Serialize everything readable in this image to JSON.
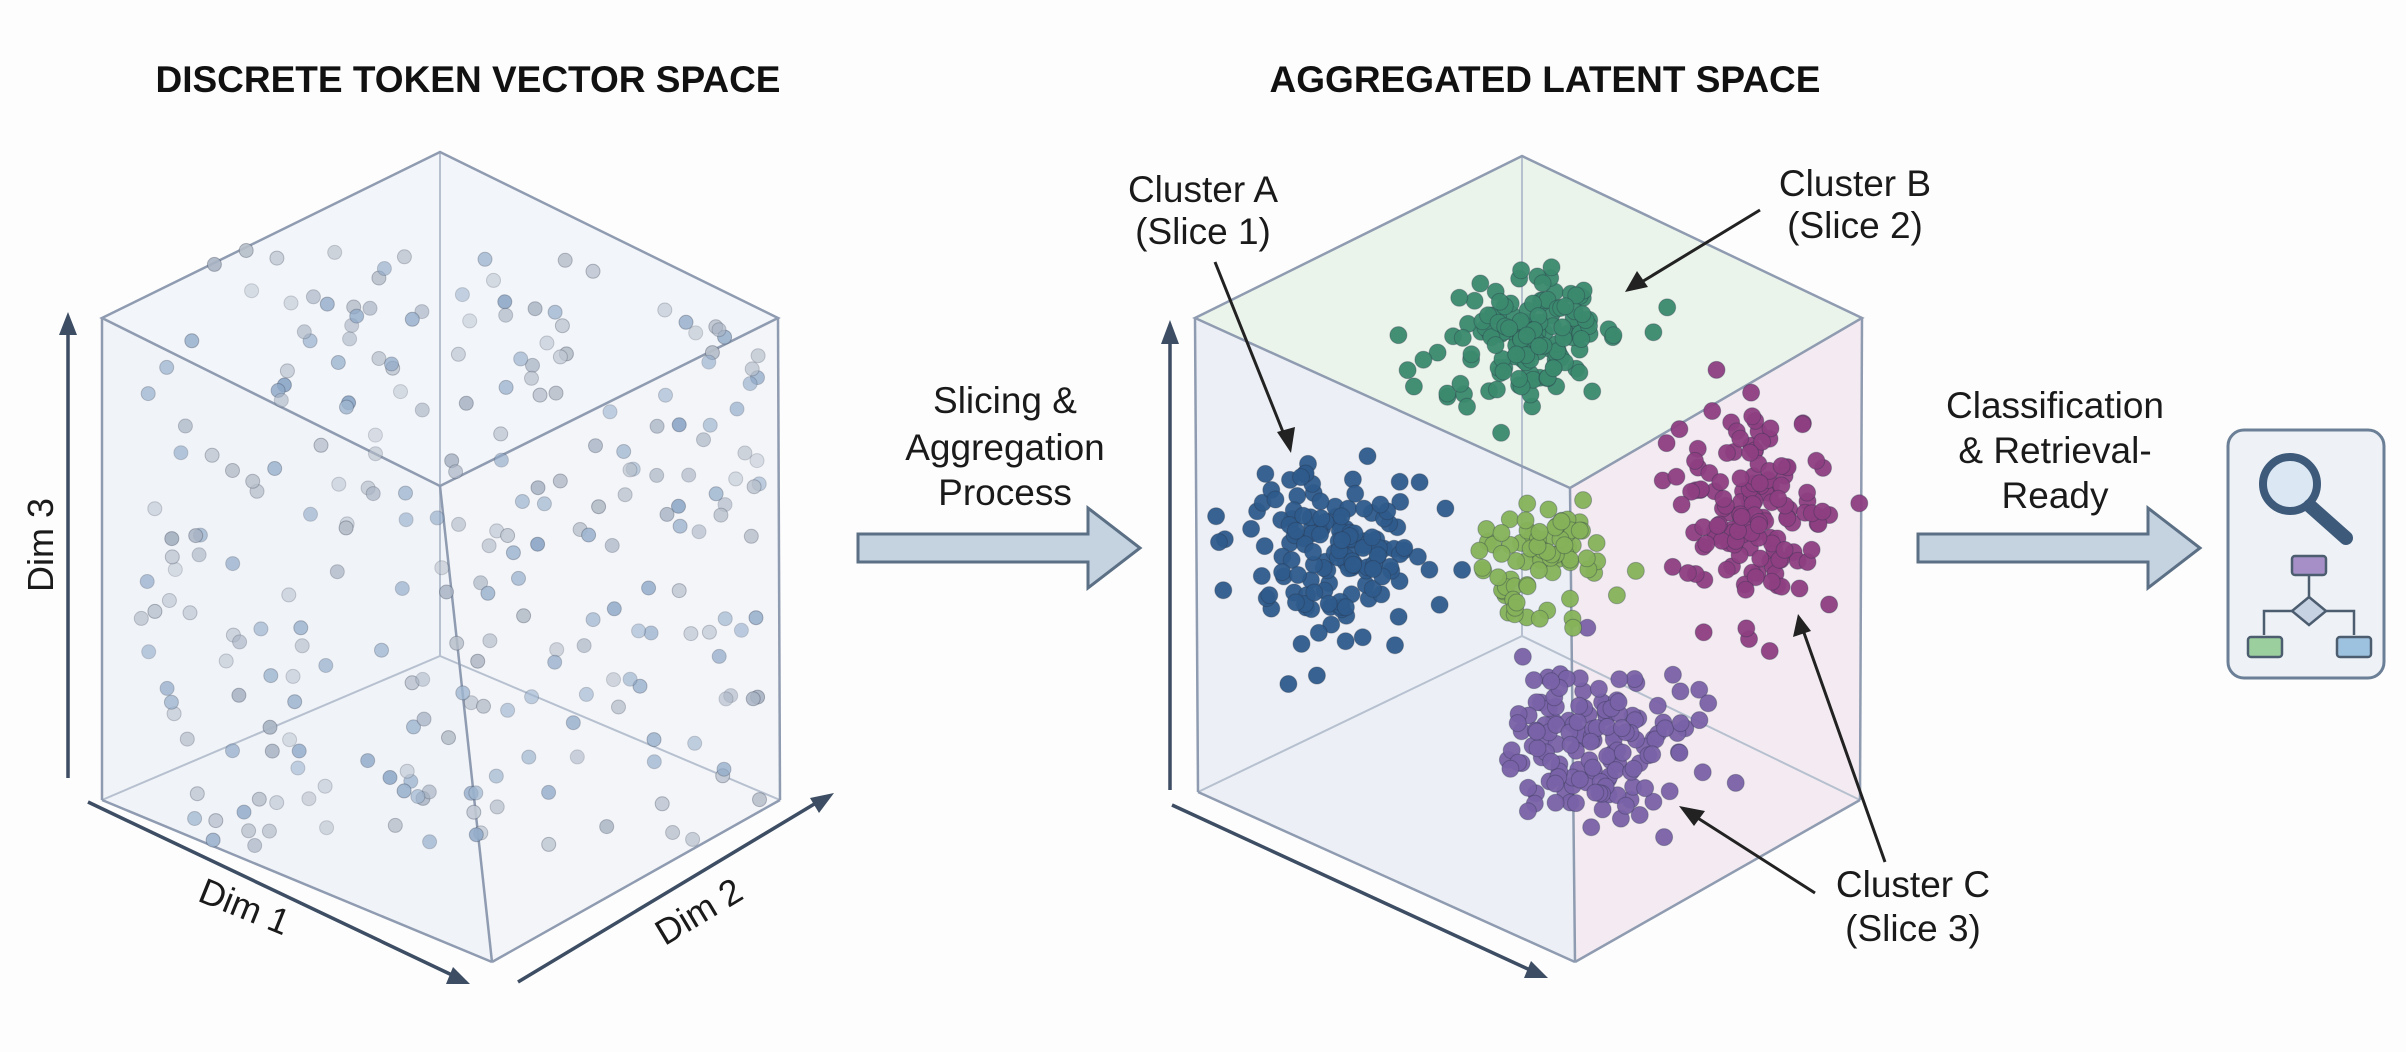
{
  "panels": {
    "left_title": "DISCRETE TOKEN VECTOR SPACE",
    "right_title": "AGGREGATED LATENT SPACE"
  },
  "axes": {
    "dim1": "Dim 1",
    "dim2": "Dim 2",
    "dim3": "Dim 3"
  },
  "process": {
    "line1": "Slicing &",
    "line2": "Aggregation",
    "line3": "Process"
  },
  "output": {
    "line1": "Classification",
    "line2": "& Retrieval-",
    "line3": "Ready"
  },
  "clusters": [
    {
      "name": "Cluster A",
      "slice": "(Slice 1)",
      "color": "#2e5b8c"
    },
    {
      "name": "Cluster B",
      "slice": "(Slice 2)",
      "color": "#3b8a6e"
    },
    {
      "name": "Cluster C",
      "slice": "(Slice 3)",
      "color": "#7a62a8"
    }
  ],
  "unlabeled_clusters": [
    {
      "color": "#86b35a"
    },
    {
      "color": "#8e3f82"
    }
  ],
  "colors": {
    "arrow_fill": "#c5d3e1",
    "arrow_stroke": "#5b6f85",
    "cube_edge": "#9aa6b8",
    "scatter_point": "#a8b4c6",
    "icon_bg": "#eef2f6"
  },
  "icons": {
    "search": "search-icon",
    "flowchart": "flowchart-icon"
  }
}
